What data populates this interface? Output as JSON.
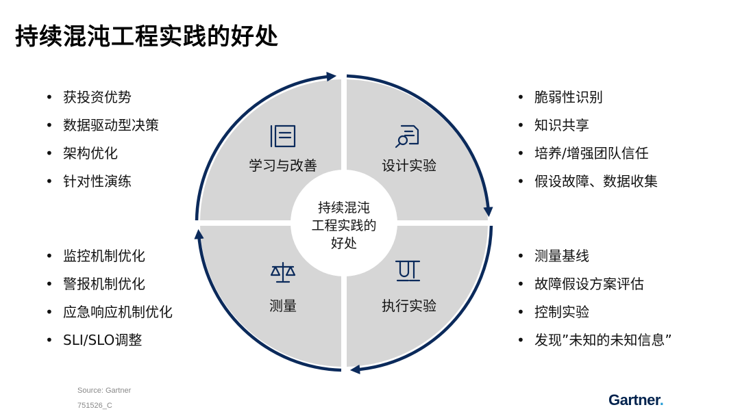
{
  "title": "持续混沌工程实践的好处",
  "center_label": [
    "持续混沌",
    "工程实践的",
    "好处"
  ],
  "quadrants": {
    "top_left": {
      "label": "学习与改善",
      "icon": "book-icon"
    },
    "top_right": {
      "label": "设计实验",
      "icon": "document-search-icon"
    },
    "bottom_right": {
      "label": "执行实验",
      "icon": "lab-tools-icon"
    },
    "bottom_left": {
      "label": "测量",
      "icon": "balance-scale-icon"
    }
  },
  "lists": {
    "top_left": [
      "获投资优势",
      "数据驱动型决策",
      "架构优化",
      "针对性演练"
    ],
    "top_right": [
      "脆弱性识别",
      "知识共享",
      "培养/增强团队信任",
      "假设故障、数据收集"
    ],
    "bottom_left": [
      "监控机制优化",
      "警报机制优化",
      "应急响应机制优化",
      "SLI/SLO调整"
    ],
    "bottom_right": [
      "测量基线",
      "故障假设方案评估",
      "控制实验",
      "发现”未知的未知信息”"
    ]
  },
  "footer": {
    "source": "Source: Gartner",
    "code": "751526_C",
    "brand": "Gartner",
    "brand_dot": "."
  },
  "colors": {
    "quadrant_fill": "#d6d6d6",
    "arc": "#0b2a5b",
    "center_fill": "#ffffff",
    "brand": "#00224d",
    "brand_dot": "#2a9fd6"
  }
}
